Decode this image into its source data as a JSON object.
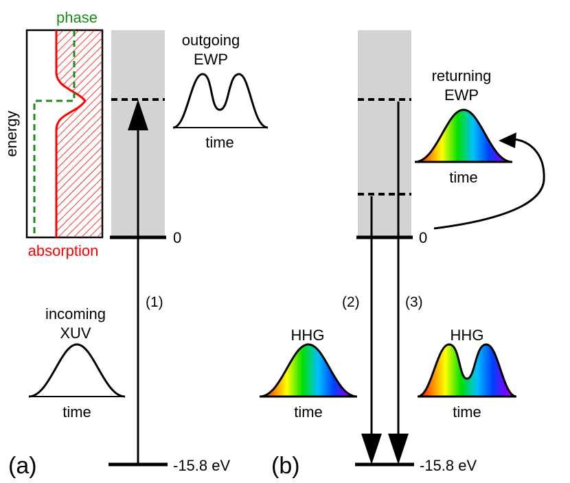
{
  "panel_a": {
    "label": "(a)",
    "inset": {
      "phase_label": "phase",
      "energy_label": "energy",
      "absorption_label": "absorption"
    },
    "outgoing": {
      "line1": "outgoing",
      "line2": "EWP",
      "time": "time"
    },
    "incoming": {
      "line1": "incoming",
      "line2": "XUV",
      "time": "time"
    },
    "zero_label": "0",
    "ground_label": "-15.8 eV",
    "transition_label": "(1)"
  },
  "panel_b": {
    "label": "(b)",
    "returning": {
      "line1": "returning",
      "line2": "EWP",
      "time": "time"
    },
    "hhg_left": {
      "title": "HHG",
      "time": "time"
    },
    "hhg_right": {
      "title": "HHG",
      "time": "time"
    },
    "zero_label": "0",
    "ground_label": "-15.8 eV",
    "transition_2_label": "(2)",
    "transition_3_label": "(3)"
  },
  "colors": {
    "phase": "#1a8a1a",
    "absorption": "#ff0000",
    "continuum": "#d3d3d3",
    "line": "#000000"
  }
}
